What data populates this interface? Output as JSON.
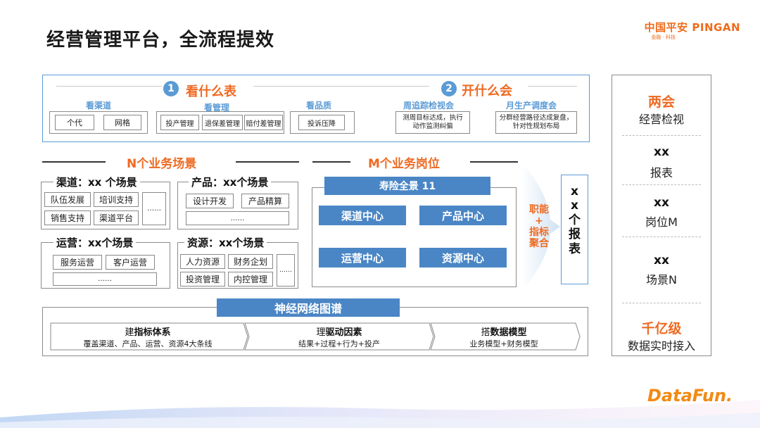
{
  "title": "经营管理平台，全流程提效",
  "logo": {
    "name": "中国平安 PINGAN",
    "sub": "金融 · 科技",
    "datafun": "DataFun."
  },
  "top": {
    "section1": {
      "num": "1",
      "title": "看什么表",
      "channel": {
        "head": "看渠道",
        "items": [
          "个代",
          "网格"
        ]
      },
      "manage": {
        "head": "看管理",
        "items": [
          "投产管理",
          "退保差管理",
          "赔付差管理"
        ]
      },
      "quality": {
        "head": "看品质",
        "items": [
          "投诉压降"
        ]
      }
    },
    "section2": {
      "num": "2",
      "title": "开什么会",
      "weekly": {
        "head": "周追踪检视会",
        "desc": "测周目标达成，执行动作监测纠偏"
      },
      "monthly": {
        "head": "月生产调度会",
        "desc": "分群经营路径达成复盘，针对性规划布局"
      }
    }
  },
  "scenes": {
    "title": "N个业务场景",
    "channel": {
      "title": "渠道：xx 个场景",
      "items": [
        "队伍发展",
        "培训支持",
        "销售支持",
        "渠道平台"
      ],
      "more": "……"
    },
    "product": {
      "title": "产品：xx个场景",
      "items": [
        "设计开发",
        "产品精算"
      ],
      "more": "……"
    },
    "ops": {
      "title": "运营：xx个场景",
      "items": [
        "服务运营",
        "客户运营"
      ],
      "more": "……"
    },
    "resource": {
      "title": "资源：xx个场景",
      "items": [
        "人力资源",
        "财务企划",
        "投资管理",
        "内控管理"
      ],
      "more": "……"
    }
  },
  "posts": {
    "title": "M个业务岗位",
    "banner": "寿险全景  11",
    "centers": [
      "渠道中心",
      "产品中心",
      "运营中心",
      "资源中心"
    ]
  },
  "merge": {
    "text": "职能+指标聚合",
    "label_lines": [
      "职能",
      "+",
      "指标",
      "聚合"
    ]
  },
  "reports": {
    "lines": [
      "x",
      "x",
      "个",
      "报",
      "表"
    ]
  },
  "neural": {
    "title": "神经网络图谱",
    "segments": [
      {
        "title_pre": "建",
        "title_bold": "指标体系",
        "sub": "覆盖渠道、产品、运营、资源4大条线"
      },
      {
        "title_pre": "理",
        "title_bold": "驱动因素",
        "sub": "结果+过程+行为+投产"
      },
      {
        "title_pre": "搭",
        "title_bold": "数据模型",
        "sub": "业务模型+财务模型"
      }
    ]
  },
  "side": {
    "b1": {
      "big": "两会",
      "small": "经营检视"
    },
    "b2": {
      "big": "xx",
      "small": "报表"
    },
    "b3": {
      "big": "xx",
      "small": "岗位M"
    },
    "b4": {
      "big": "xx",
      "small": "场景N"
    },
    "b5": {
      "big": "千亿级",
      "small": "数据实时接入"
    }
  },
  "colors": {
    "accent": "#ee6a22",
    "blue": "#4a86c5",
    "border_blue": "#5b9bd5"
  }
}
